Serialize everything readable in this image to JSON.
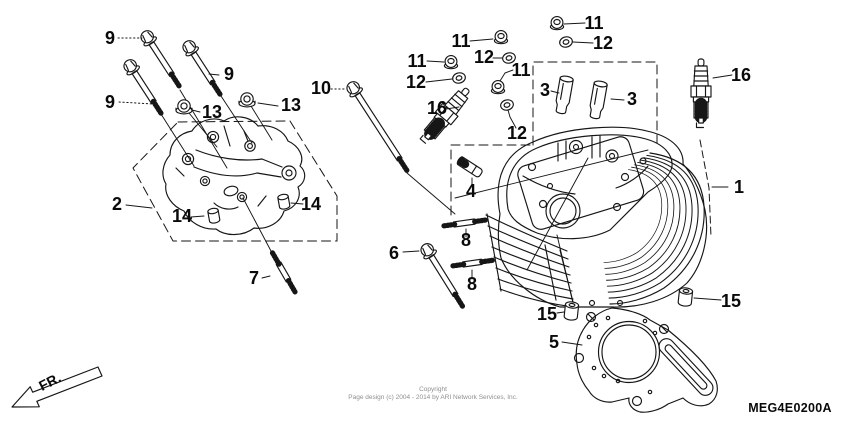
{
  "diagram": {
    "background": "#ffffff",
    "ink_color": "#161616",
    "code": "MEG4E0200A",
    "front_label": "FR.",
    "copyright_line1": "Copyright",
    "copyright_line2": "Page design (c) 2004 - 2014 by ARI Network Services, Inc.",
    "callouts": [
      {
        "label": "9"
      },
      {
        "label": "9"
      },
      {
        "label": "9"
      },
      {
        "label": "13"
      },
      {
        "label": "13"
      },
      {
        "label": "10"
      },
      {
        "label": "11"
      },
      {
        "label": "12"
      },
      {
        "label": "11"
      },
      {
        "label": "12"
      },
      {
        "label": "11"
      },
      {
        "label": "12"
      },
      {
        "label": "16"
      },
      {
        "label": "11"
      },
      {
        "label": "12"
      },
      {
        "label": "3"
      },
      {
        "label": "3"
      },
      {
        "label": "16"
      },
      {
        "label": "1"
      },
      {
        "label": "4"
      },
      {
        "label": "2"
      },
      {
        "label": "14"
      },
      {
        "label": "14"
      },
      {
        "label": "7"
      },
      {
        "label": "6"
      },
      {
        "label": "8"
      },
      {
        "label": "8"
      },
      {
        "label": "15"
      },
      {
        "label": "15"
      },
      {
        "label": "5"
      }
    ]
  }
}
